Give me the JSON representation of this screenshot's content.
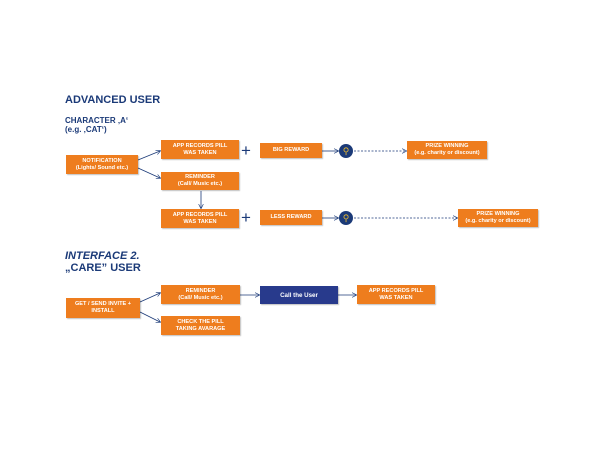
{
  "advanced_title": "ADVANCED USER",
  "character": {
    "line1": "CHARACTER ‚A‘",
    "line2": "(e.g. ‚CAT‘)"
  },
  "interface": {
    "line1": "INTERFACE 2.",
    "line2": "„CARE” USER"
  },
  "boxes": {
    "notification": [
      "NOTIFICATION",
      "(Lights/ Sound etc.)"
    ],
    "records1": [
      "APP RECORDS PILL",
      "WAS TAKEN"
    ],
    "reminder1": [
      "REMINDER",
      "(Call/ Music etc.)"
    ],
    "records2": [
      "APP RECORDS PILL",
      "WAS TAKEN"
    ],
    "big_reward": [
      "BIG REWARD"
    ],
    "less_reward": [
      "LESS REWARD"
    ],
    "prize1": [
      "PRIZE WINNING",
      "(e.g. charity or discount)"
    ],
    "prize2": [
      "PRIZE WINNING",
      "(e.g. charity or discount)"
    ],
    "get_send": [
      "GET / SEND INVITE +",
      "INSTALL"
    ],
    "reminder2": [
      "REMINDER",
      "(Call/ Music etc.)"
    ],
    "check_pill": [
      "CHECK THE PILL",
      "TAKING AVARAGE"
    ],
    "call_user": [
      "Call the User"
    ],
    "records3": [
      "APP RECORDS PILL",
      "WAS TAKEN"
    ]
  },
  "plus_sign": "+",
  "colors": {
    "orange": "#ee7d1e",
    "navy": "#283a8c",
    "heading": "#1b3a78",
    "trophy": "#e8b931"
  }
}
